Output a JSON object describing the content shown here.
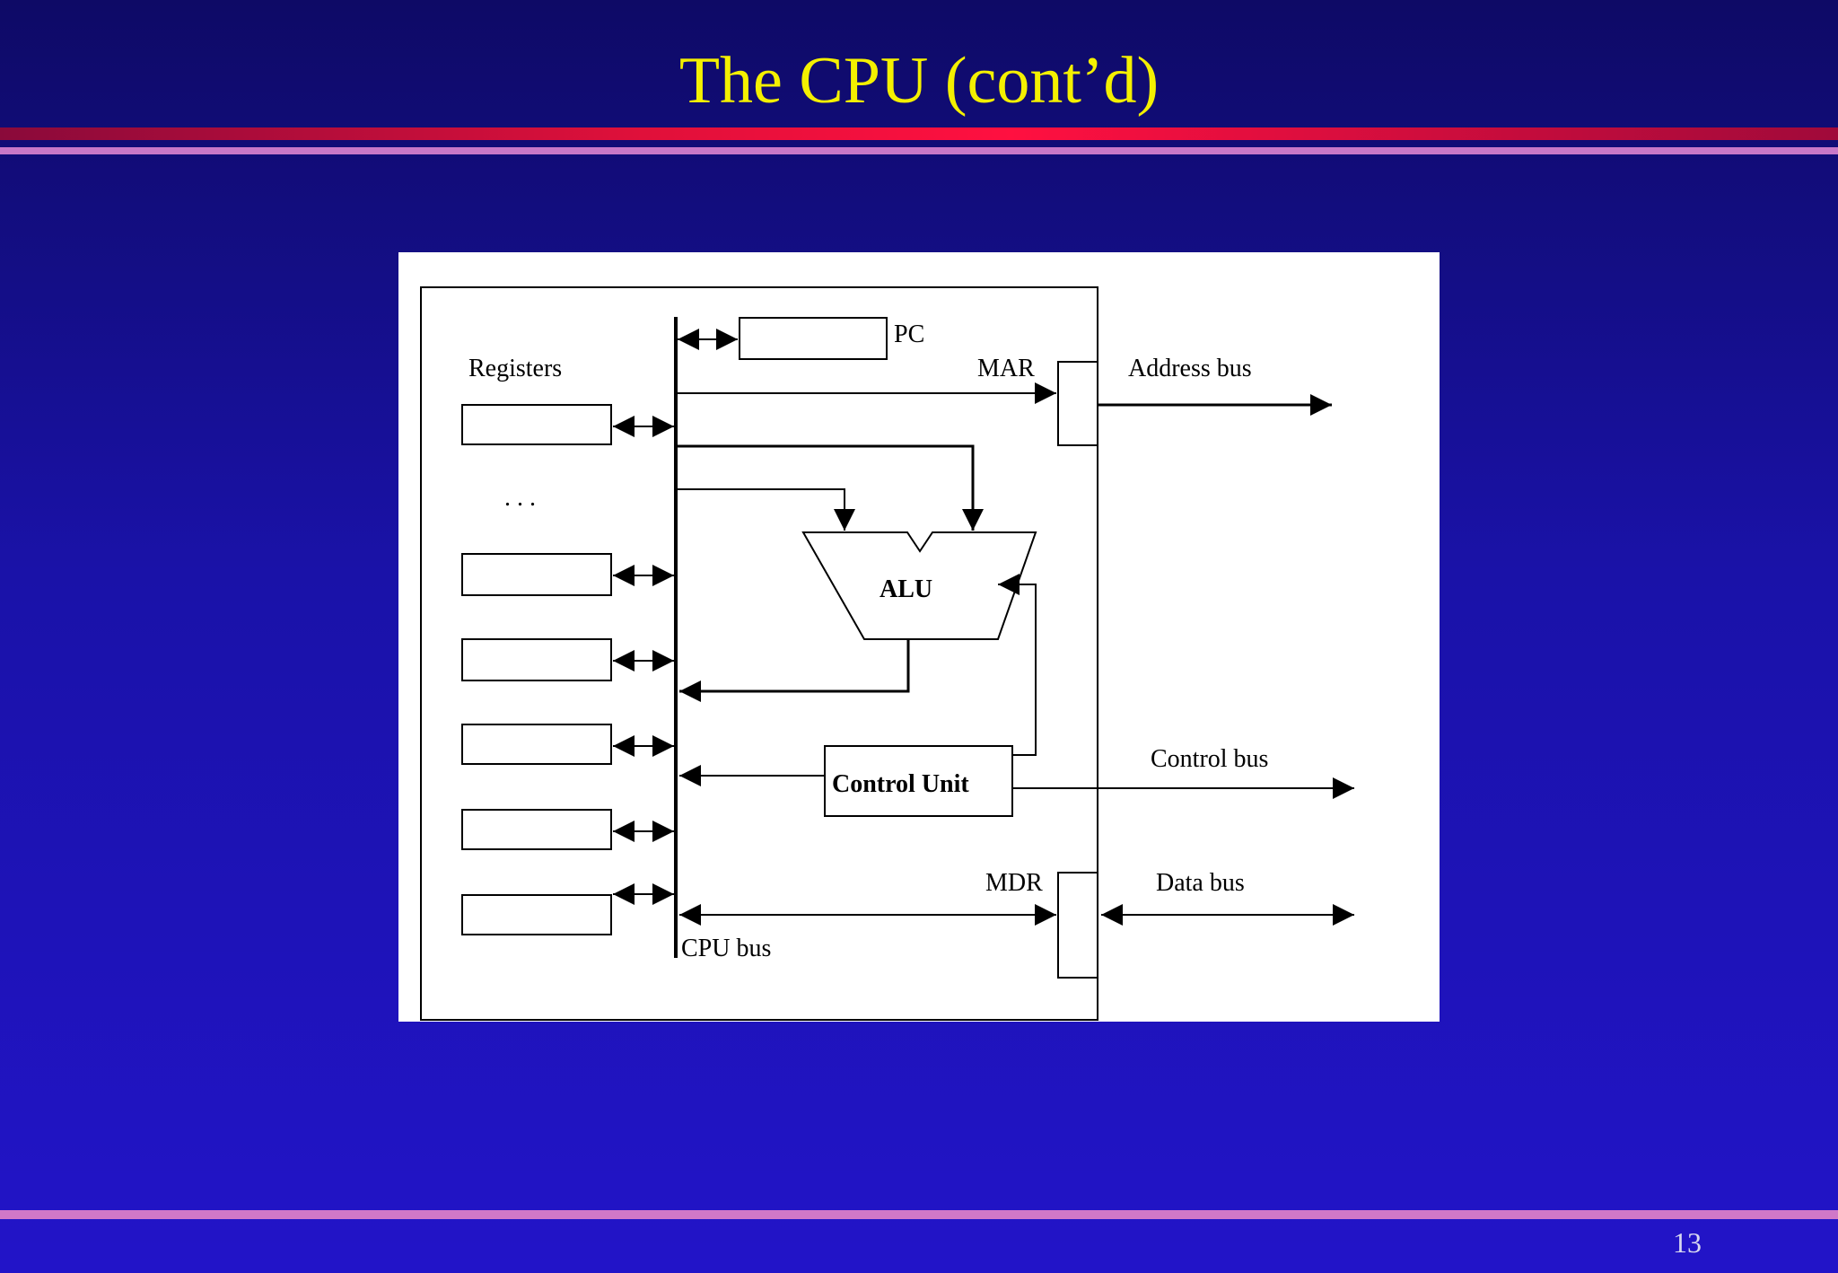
{
  "slide": {
    "title": "The CPU (cont’d)",
    "page_number": "13"
  },
  "diagram": {
    "registers_label": "Registers",
    "ellipsis": ". . .",
    "pc_label": "PC",
    "mar_label": "MAR",
    "mdr_label": "MDR",
    "alu_label": "ALU",
    "control_unit_label": "Control Unit",
    "cpu_bus_label": "CPU bus",
    "address_bus_label": "Address bus",
    "control_bus_label": "Control bus",
    "data_bus_label": "Data bus"
  }
}
